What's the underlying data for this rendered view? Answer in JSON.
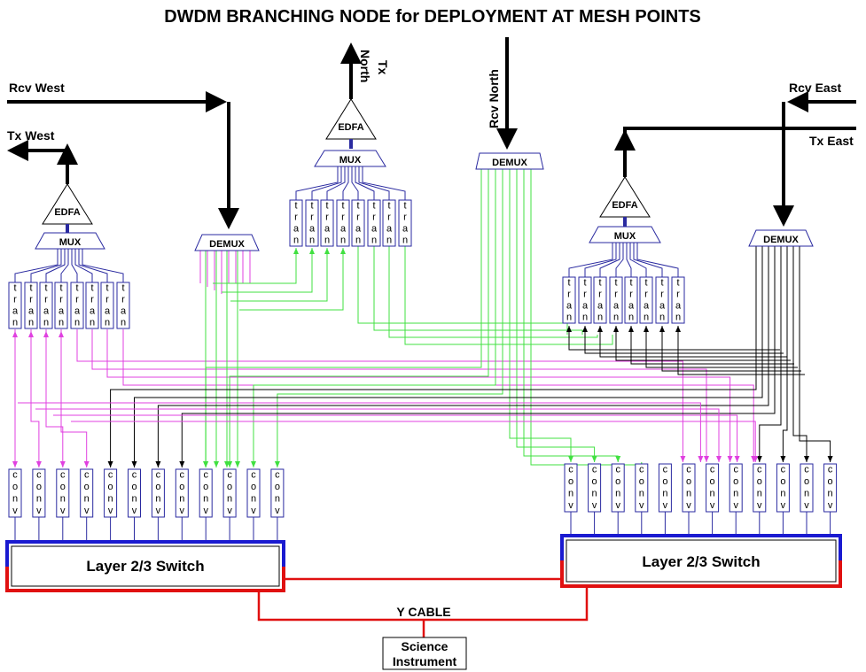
{
  "title": "DWDM BRANCHING NODE for DEPLOYMENT  AT MESH POINTS",
  "labels": {
    "rcv_west": "Rcv West",
    "tx_west": "Tx West",
    "tx_north_1": "Tx",
    "tx_north_2": "North",
    "rcv_north": "Rcv North",
    "rcv_east": "Rcv East",
    "tx_east": "Tx East",
    "edfa": "EDFA",
    "mux": "MUX",
    "demux": "DEMUX",
    "switch": "Layer 2/3 Switch",
    "y_cable": "Y CABLE",
    "science_1": "Science",
    "science_2": "Instrument"
  },
  "tran_letters": [
    "t",
    "r",
    "a",
    "n"
  ],
  "conv_letters": [
    "c",
    "o",
    "n",
    "v"
  ],
  "colors": {
    "blue": "#2a2aa0",
    "magenta": "#e040e0",
    "green": "#40e040",
    "red": "#e01010",
    "black": "#000000"
  }
}
